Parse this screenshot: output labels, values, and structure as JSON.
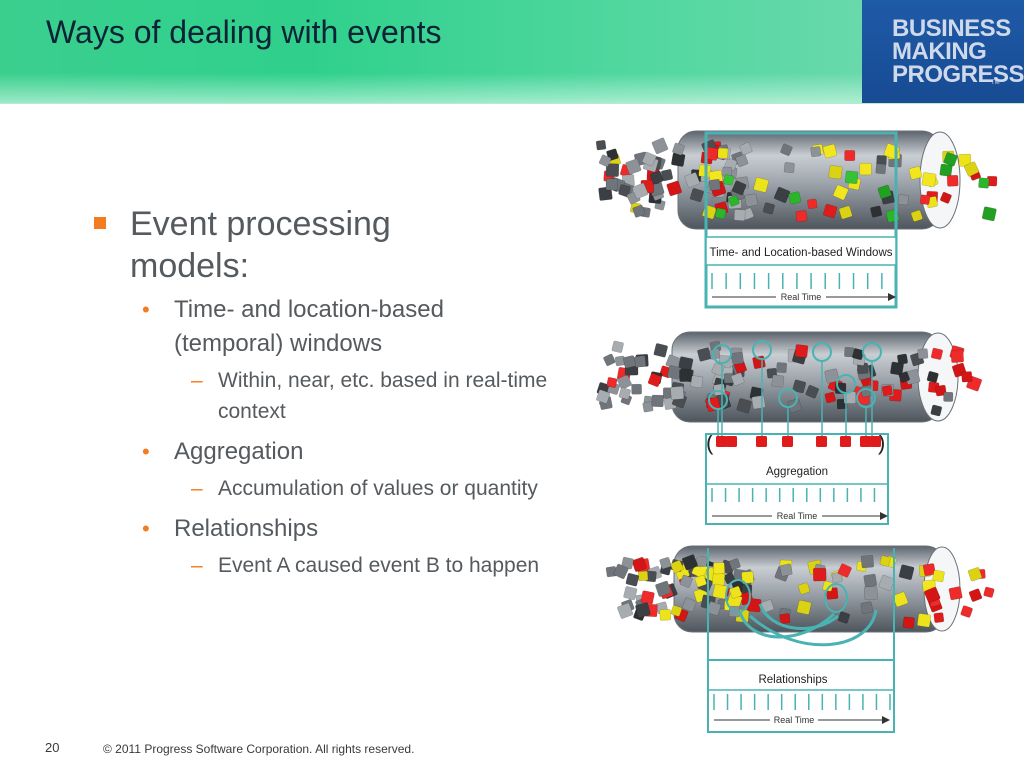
{
  "header": {
    "title": "Ways of dealing with events",
    "logo_lines": [
      "BUSINESS",
      "MAKING",
      "PROGRESS"
    ],
    "logo_tm": "TM"
  },
  "content": {
    "level1": "Event processing models:",
    "items": [
      {
        "label": "Time- and location-based (temporal) windows",
        "detail": "Within, near, etc. based in real-time context"
      },
      {
        "label": "Aggregation",
        "detail": "Accumulation of values or quantity"
      },
      {
        "label": "Relationships",
        "detail": "Event A caused event B to happen"
      }
    ]
  },
  "diagrams": [
    {
      "caption": "Time- and Location-based Windows",
      "timeline": "Real Time"
    },
    {
      "caption": "Aggregation",
      "timeline": "Real Time"
    },
    {
      "caption": "Relationships",
      "timeline": "Real Time"
    }
  ],
  "footer": {
    "page_number": "20",
    "copyright": "© 2011 Progress Software Corporation. All rights reserved."
  },
  "colors": {
    "header_green": "#2fd08c",
    "logo_blue": "#1f5aa7",
    "accent_orange": "#f47b20",
    "body_text": "#555a5e",
    "diagram_teal": "#49b3b3",
    "event_red": "#e01b1b",
    "event_yellow": "#ece31a",
    "event_green": "#2bb52b"
  }
}
